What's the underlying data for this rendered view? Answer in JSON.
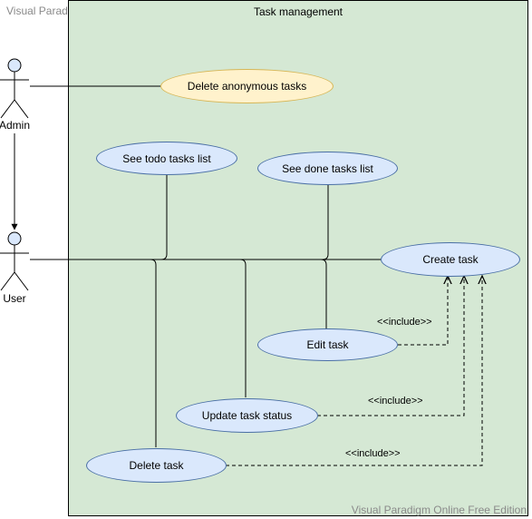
{
  "watermark": {
    "top": "Visual Paradigm Online Free Edition",
    "bottom": "Visual Paradigm Online Free Edition"
  },
  "system": {
    "title": "Task management"
  },
  "actors": {
    "admin": "Admin",
    "user": "User"
  },
  "use_cases": {
    "delete_anonymous": "Delete anonymous tasks",
    "see_todo": "See todo tasks list",
    "see_done": "See done tasks list",
    "create_task": "Create task",
    "edit_task": "Edit task",
    "update_status": "Update task status",
    "delete_task": "Delete task"
  },
  "relations": {
    "include_edit": "<<include>>",
    "include_update": "<<include>>",
    "include_delete": "<<include>>"
  },
  "colors": {
    "system_fill": "#d5e8d4",
    "usecase_fill": "#dae8fc",
    "admin_usecase_fill": "#fff2cc",
    "actor_fill": "#dae8fc"
  }
}
